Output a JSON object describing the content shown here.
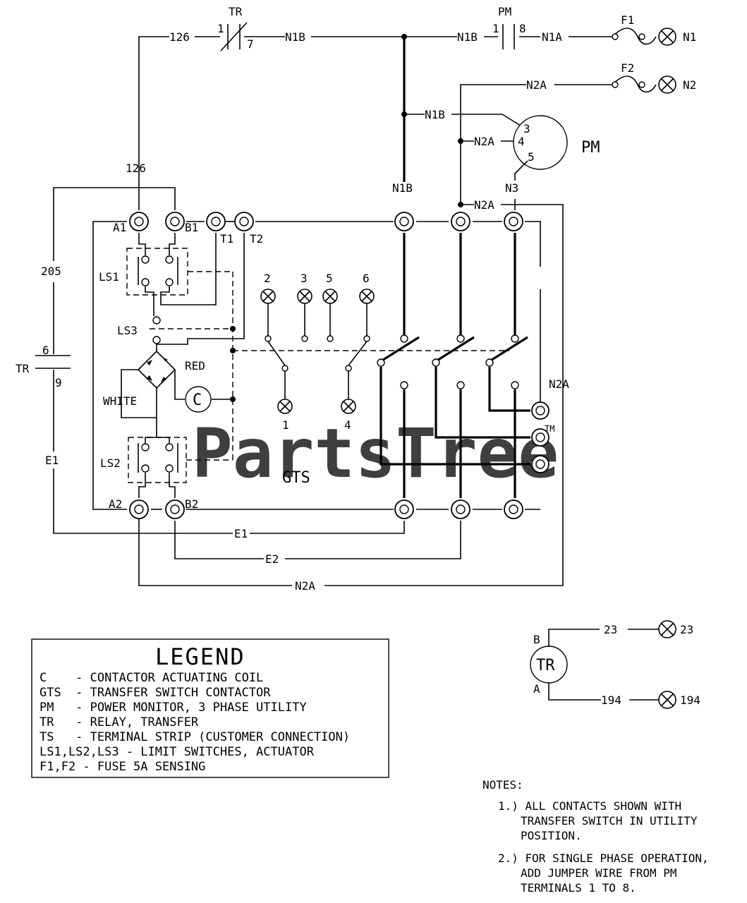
{
  "watermark": {
    "text": "PartsTree",
    "tm": "TM"
  },
  "wires": {
    "w126_top": "126",
    "w126_side": "126",
    "w205": "205",
    "tr_label": "TR",
    "tr_c1": "1",
    "tr_c7": "7",
    "tr_c6": "6",
    "tr_c9": "9",
    "n1b_top_a": "N1B",
    "n1b_top_b": "N1B",
    "n1b_pm": "N1B",
    "n1b_vertical": "N1B",
    "pm_label": "PM",
    "pm_c1": "1",
    "pm_c8": "8",
    "n1a": "N1A",
    "f1": "F1",
    "n1": "N1",
    "f2": "F2",
    "n2": "N2",
    "n2a_top": "N2A",
    "n2a_pm": "N2A",
    "n2a_mid": "N2A",
    "n2a_side": "N2A",
    "n2a_bottom": "N2A",
    "n3": "N3",
    "e1_side": "E1",
    "e1_bottom": "E1",
    "e2": "E2"
  },
  "power_monitor": {
    "label": "PM",
    "pin3": "3",
    "pin4": "4",
    "pin5": "5"
  },
  "gts": {
    "label": "GTS",
    "a1": "A1",
    "b1": "B1",
    "t1": "T1",
    "t2": "T2",
    "a2": "A2",
    "b2": "B2",
    "ls1": "LS1",
    "ls2": "LS2",
    "ls3": "LS3",
    "red": "RED",
    "white": "WHITE",
    "coil": "C",
    "term2": "2",
    "term3": "3",
    "term5": "5",
    "term6": "6",
    "term1": "1",
    "term4": "4"
  },
  "relay": {
    "label": "TR",
    "b": "B",
    "a": "A",
    "w23": "23",
    "t23": "23",
    "w194": "194",
    "t194": "194"
  },
  "legend": {
    "title": "LEGEND",
    "rows": [
      "C    - CONTACTOR ACTUATING COIL",
      "GTS  - TRANSFER SWITCH CONTACTOR",
      "PM   - POWER MONITOR, 3 PHASE UTILITY",
      "TR   - RELAY, TRANSFER",
      "TS   - TERMINAL STRIP (CUSTOMER CONNECTION)",
      "LS1,LS2,LS3 - LIMIT SWITCHES, ACTUATOR",
      "F1,F2 - FUSE 5A SENSING"
    ]
  },
  "notes": {
    "heading": "NOTES:",
    "n1_l1": "1.) ALL CONTACTS SHOWN WITH",
    "n1_l2": "TRANSFER SWITCH IN UTILITY",
    "n1_l3": "POSITION.",
    "n2_l1": "2.) FOR SINGLE PHASE OPERATION,",
    "n2_l2": "ADD JUMPER WIRE FROM PM",
    "n2_l3": "TERMINALS 1 TO 8."
  }
}
